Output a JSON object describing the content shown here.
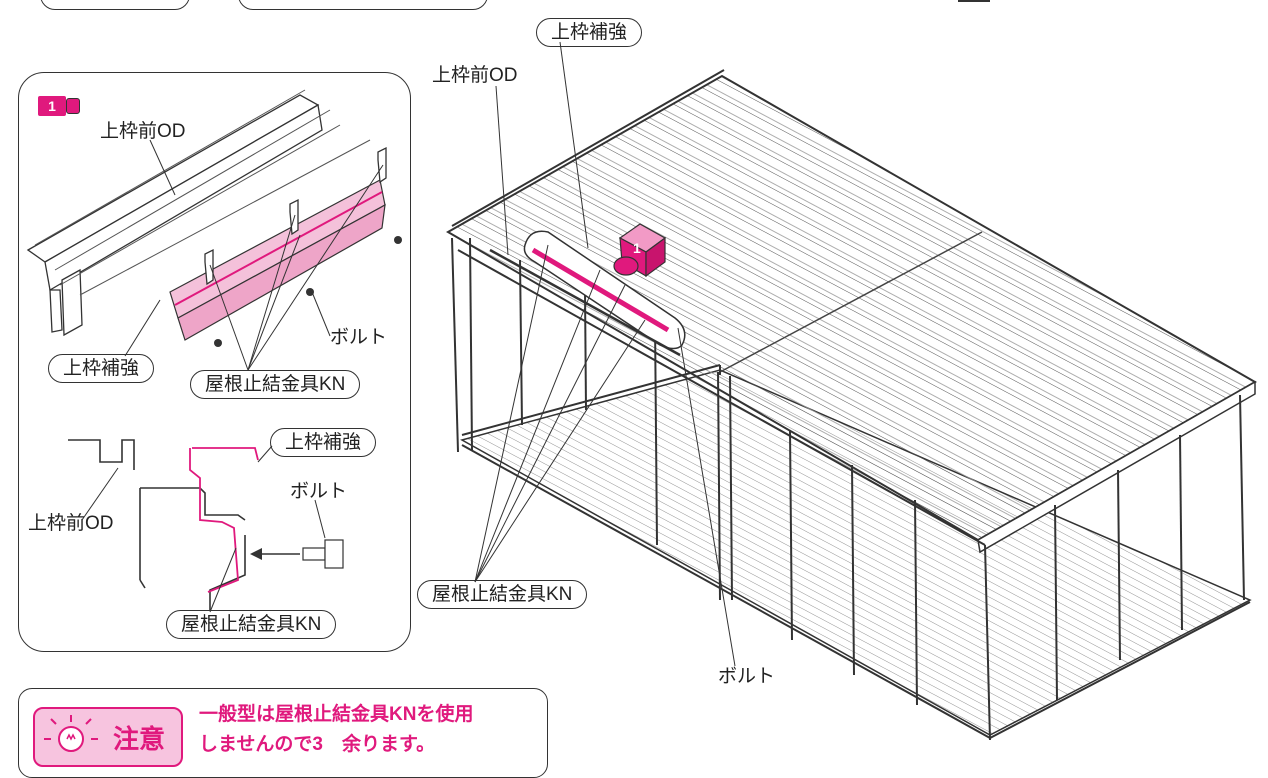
{
  "labels": {
    "top_frame_reinforcement": "上枠補強",
    "top_frame_front_od": "上枠前OD",
    "bolt": "ボルト",
    "roof_bracket_kn": "屋根止結金具KN",
    "step_number": "1"
  },
  "notice": {
    "title": "注意",
    "line1": "一般型は屋根止結金具KNを使用",
    "line2": "しませんので3　余ります。"
  },
  "colors": {
    "accent": "#e0197d",
    "accent_light": "#f7c4df",
    "line": "#333333"
  }
}
